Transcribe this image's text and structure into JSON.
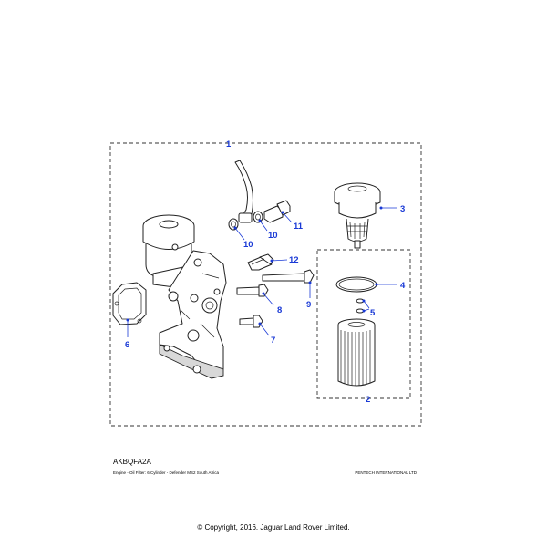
{
  "diagram": {
    "reference_code": "AKBQFA2A",
    "caption": "Engine - Oil Filter: 6 Cylinder - Defender MS2 South Africa",
    "supplier": "PENTECH INTERNATIONAL LTD",
    "copyright": "© Copyright, 2016. Jaguar Land Rover Limited.",
    "callouts": [
      "1",
      "2",
      "3",
      "4",
      "5",
      "6",
      "7",
      "8",
      "9",
      "10",
      "10",
      "11",
      "12"
    ],
    "callout_color": "#1a3ad6"
  }
}
